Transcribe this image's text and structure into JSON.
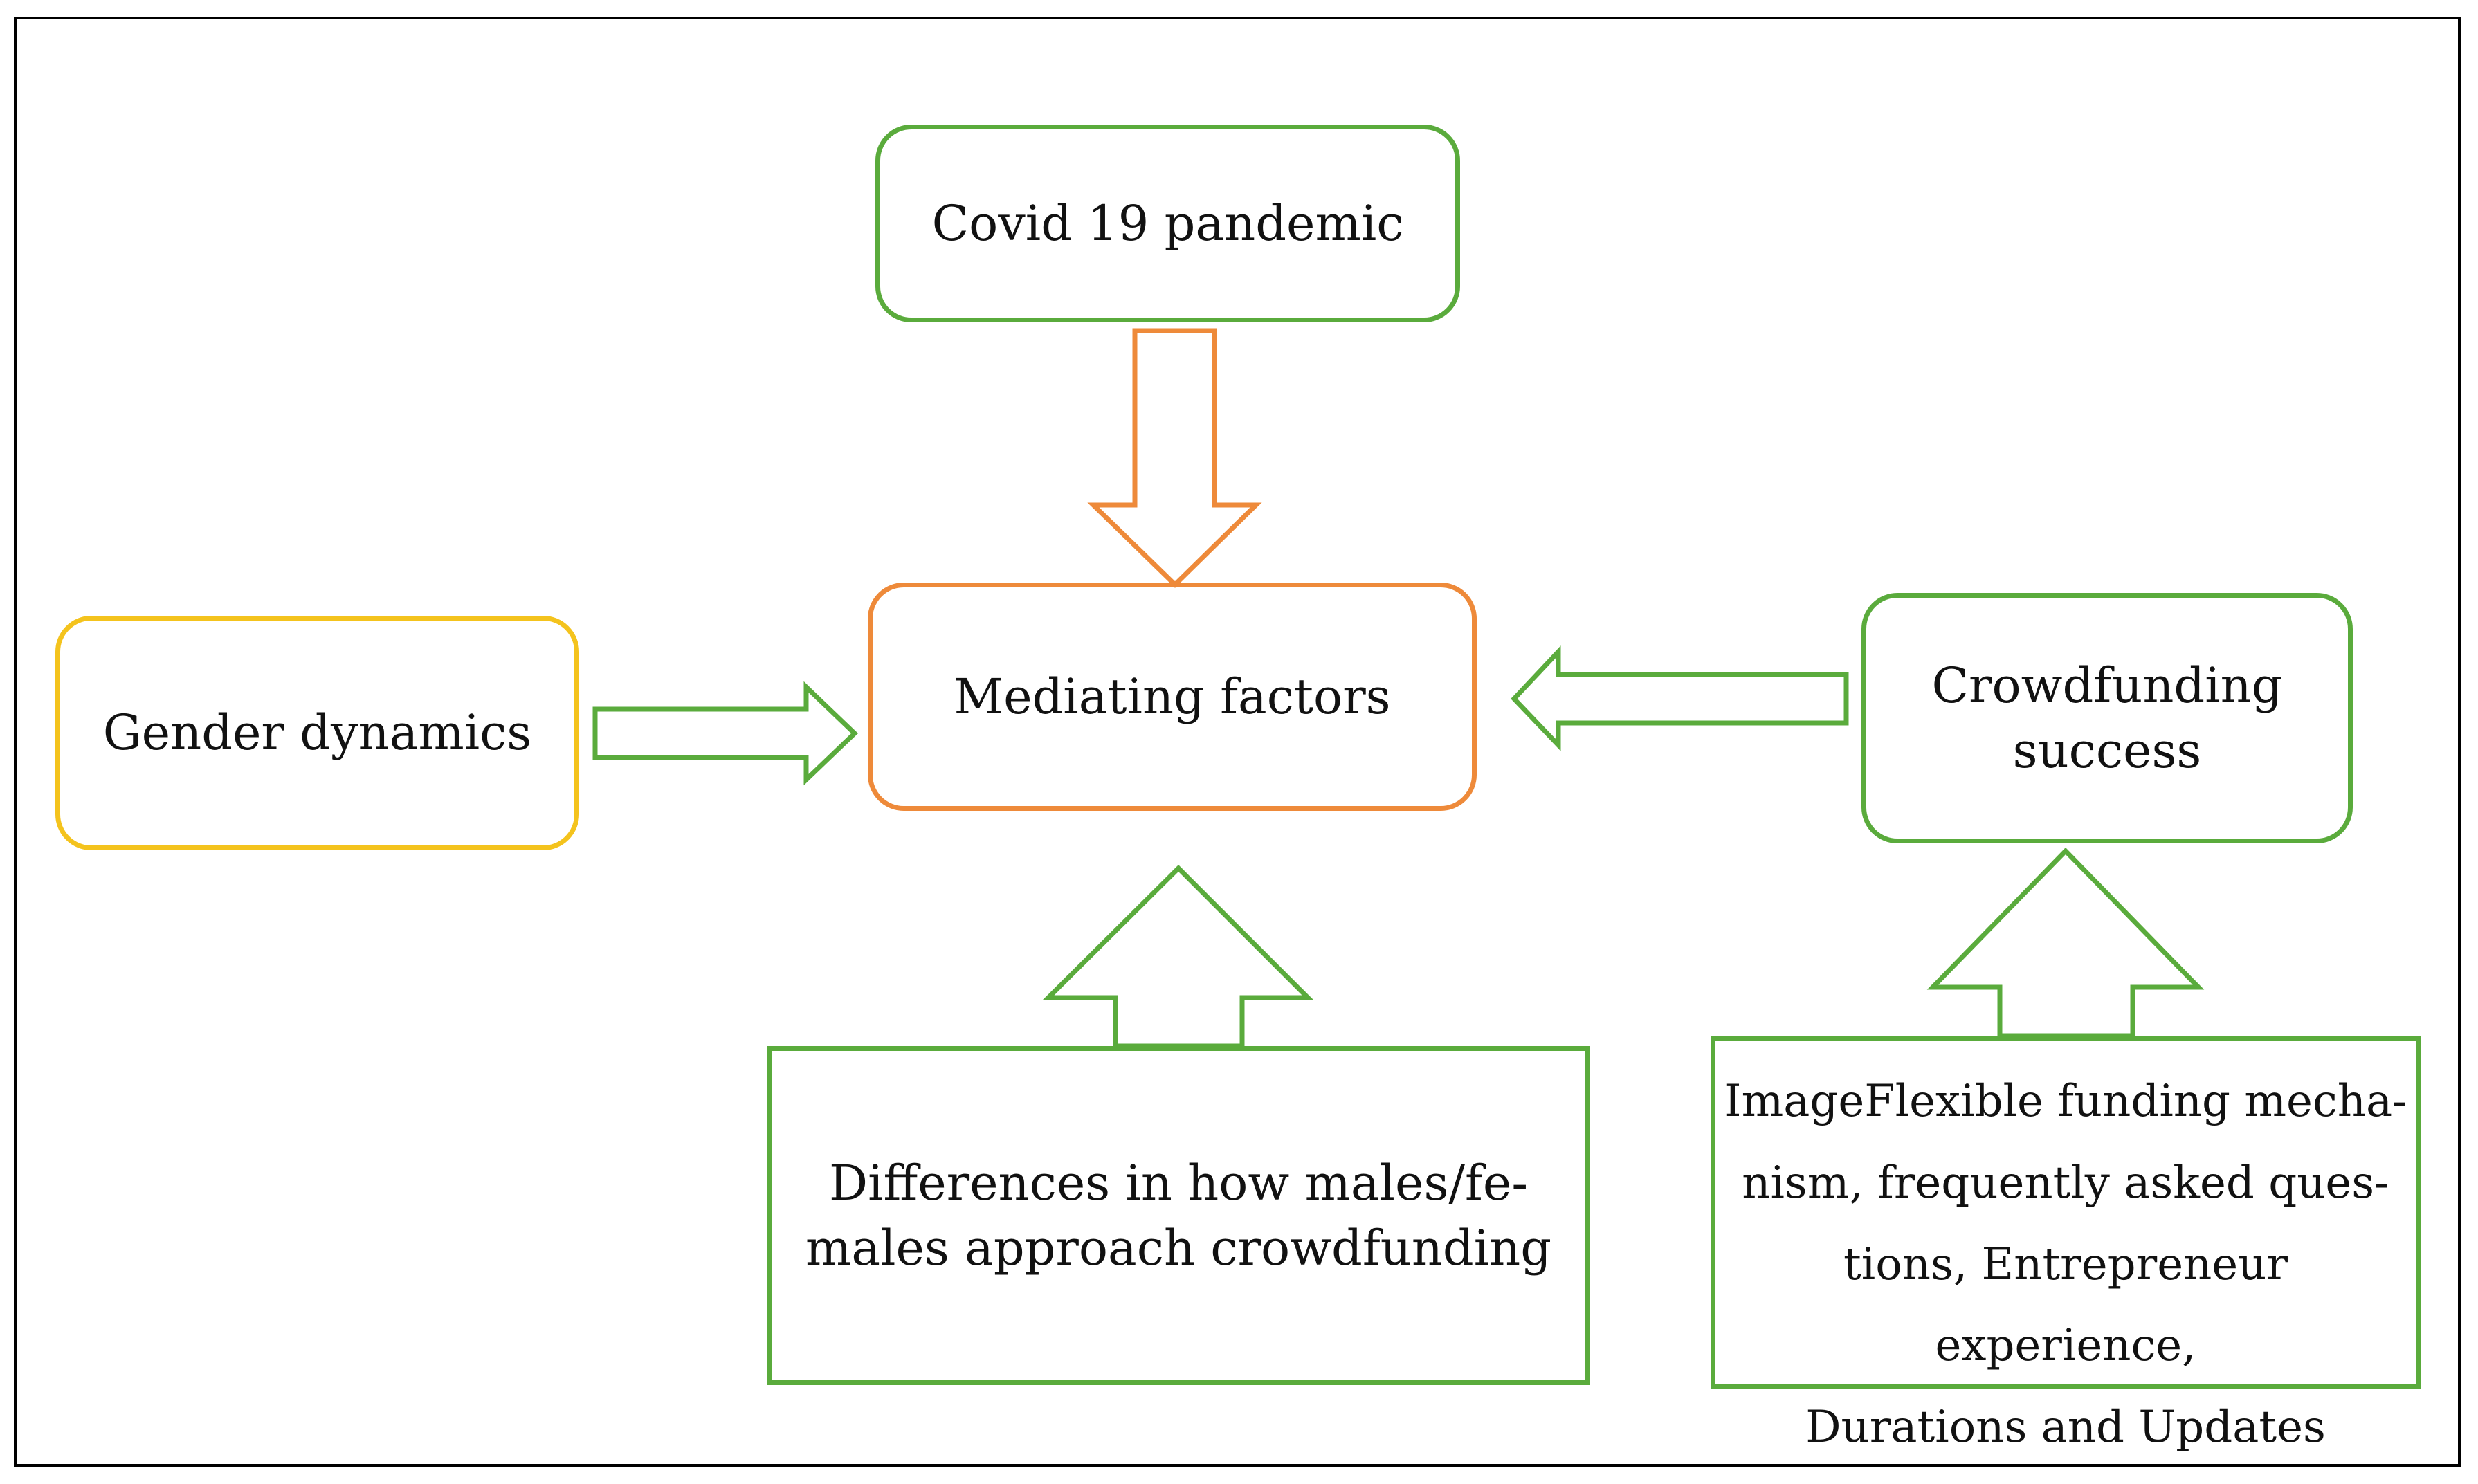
{
  "nodes": {
    "covid": "Covid 19 pandemic",
    "mediating": "Mediating factors",
    "gender": "Gender dynamics",
    "crowdfunding": {
      "line1": "Crowdfunding",
      "line2": "success"
    },
    "differences": {
      "line1": "Differences in how males/fe-",
      "line2": "males approach crowdfunding"
    },
    "image_flexible": {
      "line1": "ImageFlexible funding mecha-",
      "line2": "nism, frequently asked ques-",
      "line3": "tions, Entrepreneur experience,",
      "line4": "Durations and Updates"
    }
  },
  "colors": {
    "green": "#5aab3c",
    "orange": "#ee8a3a",
    "yellow": "#f4c31d",
    "frame": "#000000"
  }
}
